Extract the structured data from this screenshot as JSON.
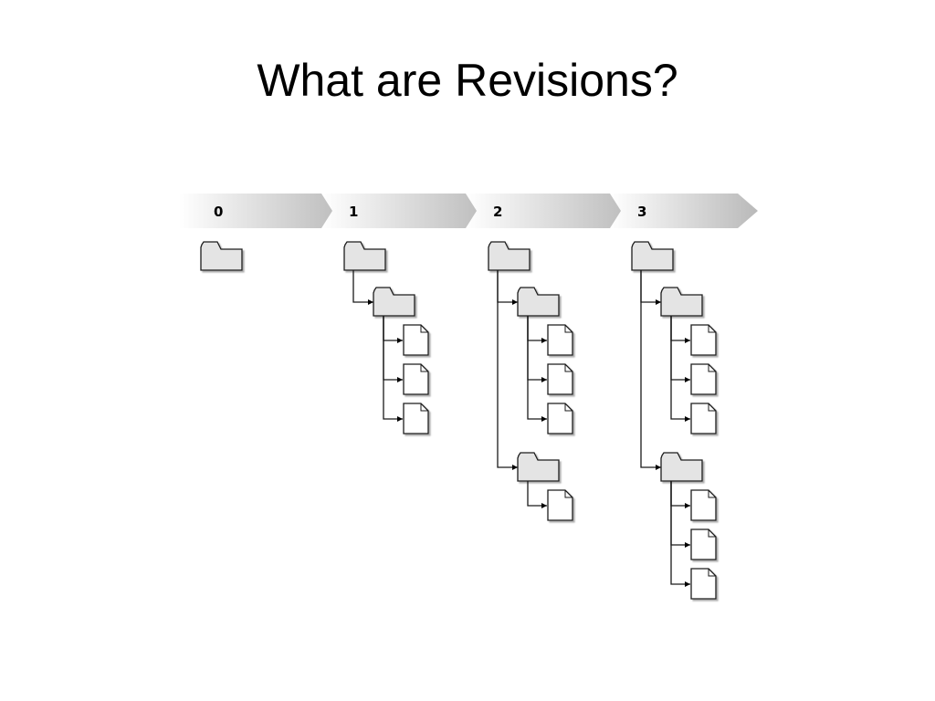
{
  "slide": {
    "title": "What are Revisions?"
  },
  "diagram": {
    "revisions": [
      {
        "label": "0",
        "tree": []
      },
      {
        "label": "1",
        "tree": [
          {
            "type": "folder",
            "files": 3
          }
        ]
      },
      {
        "label": "2",
        "tree": [
          {
            "type": "folder",
            "files": 3
          },
          {
            "type": "folder",
            "files": 1
          }
        ]
      },
      {
        "label": "3",
        "tree": [
          {
            "type": "folder",
            "files": 3
          },
          {
            "type": "folder",
            "files": 3
          }
        ]
      }
    ]
  }
}
